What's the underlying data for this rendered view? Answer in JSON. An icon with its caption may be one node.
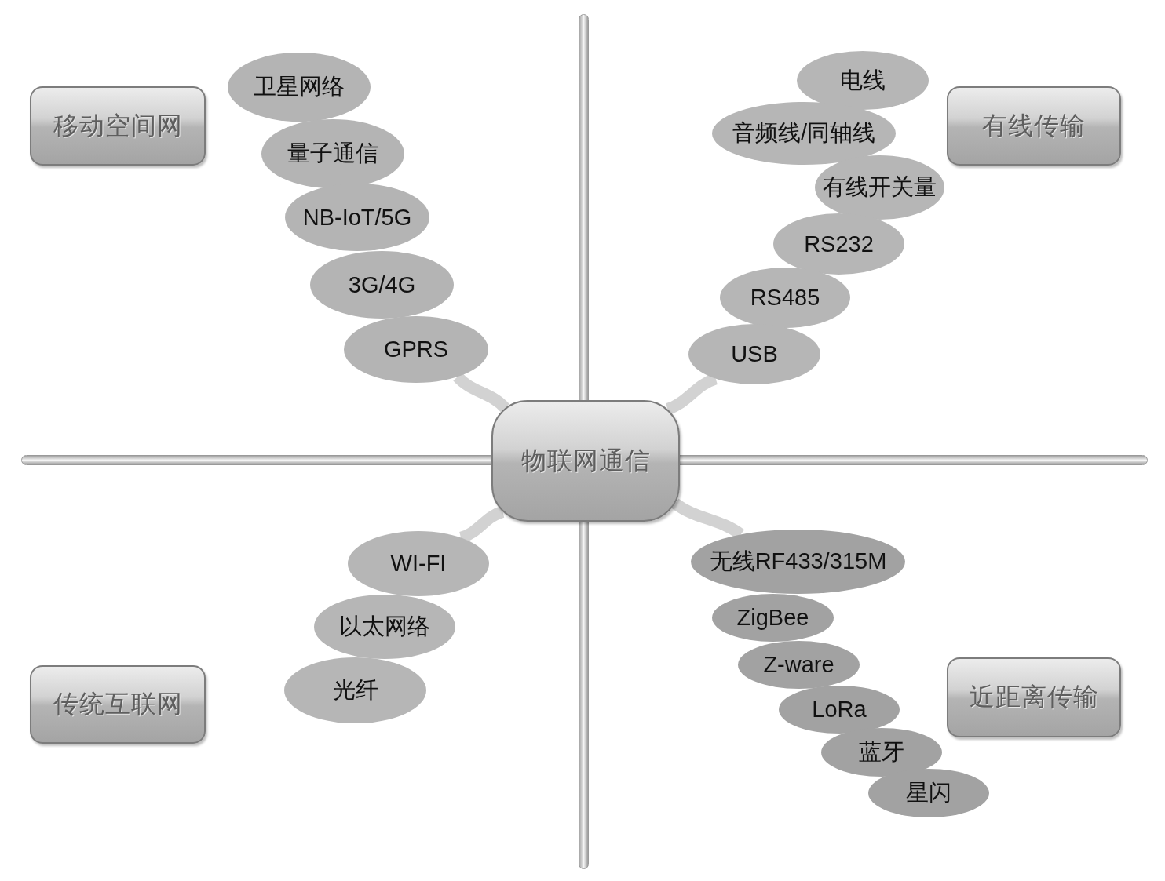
{
  "diagram": {
    "nodes": [
      {
        "text": [
          "物联网通信"
        ]
      },
      {
        "text": [
          "移动空间网"
        ]
      },
      {
        "text": [
          "有线传输"
        ]
      },
      {
        "text": [
          "传统互联网"
        ]
      },
      {
        "text": [
          "近距离传输"
        ]
      },
      {
        "text": [
          "卫星网络"
        ]
      },
      {
        "text": [
          "量子通信"
        ]
      },
      {
        "text": [
          "NB-IoT/5G"
        ]
      },
      {
        "text": [
          "3G/4G"
        ]
      },
      {
        "text": [
          "GPRS"
        ]
      },
      {
        "text": [
          "电线"
        ]
      },
      {
        "text": [
          "音频线/同轴线"
        ]
      },
      {
        "text": [
          "有线开关量"
        ]
      },
      {
        "text": [
          "RS232"
        ]
      },
      {
        "text": [
          "RS485"
        ]
      },
      {
        "text": [
          "USB"
        ]
      },
      {
        "text": [
          "WI-FI"
        ]
      },
      {
        "text": [
          "以太网络"
        ]
      },
      {
        "text": [
          "光纤"
        ]
      },
      {
        "text": [
          "无线RF433/315M"
        ]
      },
      {
        "text": [
          "ZigBee"
        ]
      },
      {
        "text": [
          "Z-ware"
        ]
      },
      {
        "text": [
          "LoRa"
        ]
      },
      {
        "text": [
          "蓝牙"
        ]
      },
      {
        "text": [
          "星闪"
        ]
      },
      {
        "text": [],
        "shape": "bar"
      },
      {
        "text": [],
        "shape": "bar"
      },
      {
        "text": [],
        "shape": "bar"
      },
      {
        "text": [],
        "shape": "bar"
      }
    ],
    "edges": [
      {
        "from": 0,
        "to": 9,
        "arrow": "none"
      },
      {
        "from": 0,
        "to": 15,
        "arrow": "none"
      },
      {
        "from": 0,
        "to": 16,
        "arrow": "none"
      },
      {
        "from": 0,
        "to": 19,
        "arrow": "none"
      }
    ]
  }
}
